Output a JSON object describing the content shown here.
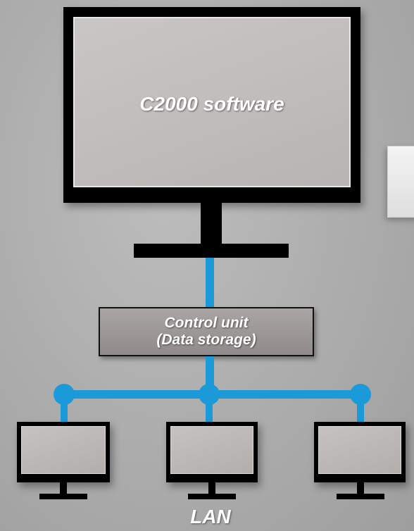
{
  "main_monitor": {
    "label": "C2000 software"
  },
  "control_unit": {
    "line1": "Control unit",
    "line2": "(Data storage)"
  },
  "network": {
    "label": "LAN"
  },
  "colors": {
    "cable": "#1a9ad9",
    "frame": "#000000",
    "screen": "#c2bebd",
    "background": "#acacac"
  }
}
